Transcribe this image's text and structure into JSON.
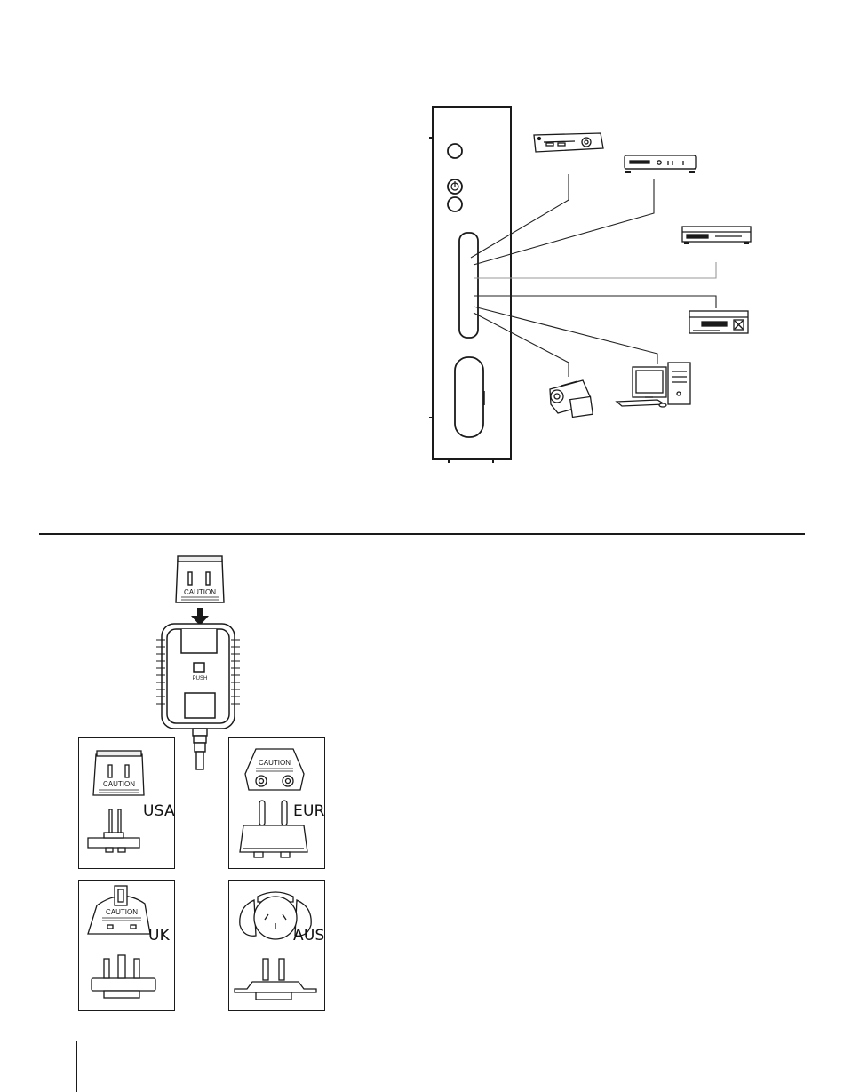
{
  "adapter_top": {
    "caution_label": "CAUTION",
    "push_label": "PUSH"
  },
  "plugs": [
    {
      "region": "USA",
      "caution_label": "CAUTION"
    },
    {
      "region": "EUR",
      "caution_label": "CAUTION"
    },
    {
      "region": "UK",
      "caution_label": "CAUTION"
    },
    {
      "region": "AUS"
    }
  ]
}
